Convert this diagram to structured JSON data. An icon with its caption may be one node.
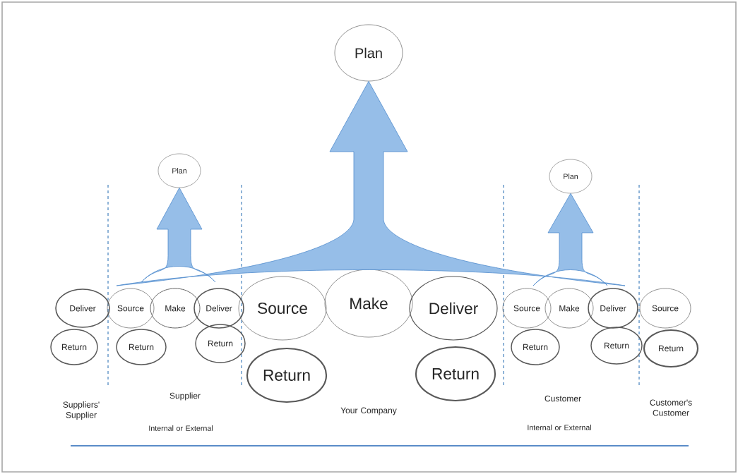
{
  "diagram": {
    "nodes": [
      {
        "text": [
          "Plan"
        ]
      },
      {
        "text": [
          "Plan"
        ]
      },
      {
        "text": [
          "Plan"
        ]
      },
      {
        "text": [
          "Deliver"
        ]
      },
      {
        "text": [
          "Source"
        ]
      },
      {
        "text": [
          "Make"
        ]
      },
      {
        "text": [
          "Deliver"
        ]
      },
      {
        "text": [
          "Source"
        ]
      },
      {
        "text": [
          "Make"
        ]
      },
      {
        "text": [
          "Deliver"
        ]
      },
      {
        "text": [
          "Source"
        ]
      },
      {
        "text": [
          "Make"
        ]
      },
      {
        "text": [
          "Deliver"
        ]
      },
      {
        "text": [
          "Source"
        ]
      },
      {
        "text": [
          "Return"
        ]
      },
      {
        "text": [
          "Return"
        ]
      },
      {
        "text": [
          "Return"
        ]
      },
      {
        "text": [
          "Return"
        ]
      },
      {
        "text": [
          "Return"
        ]
      },
      {
        "text": [
          "Return"
        ]
      },
      {
        "text": [
          "Return"
        ]
      },
      {
        "text": [
          "Return"
        ]
      }
    ],
    "edges": [
      {
        "from": null,
        "to": 0,
        "arrow": "to"
      },
      {
        "from": null,
        "to": 1,
        "arrow": "to"
      },
      {
        "from": null,
        "to": 2,
        "arrow": "to"
      }
    ],
    "labels": [
      "Suppliers' Supplier",
      "Supplier",
      "Internal or External",
      "Your Company",
      "Customer",
      "Internal or External",
      "Customer's Customer"
    ]
  }
}
